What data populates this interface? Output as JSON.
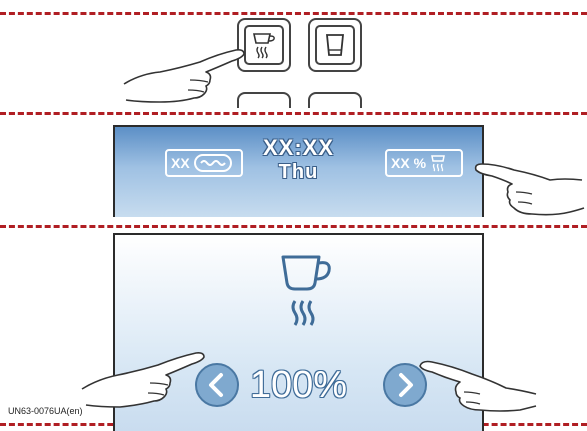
{
  "separators": 4,
  "panel_top": {
    "keys": [
      {
        "name": "hot-water-key",
        "icon": "cup-steam-icon"
      },
      {
        "name": "glass-key",
        "icon": "glass-icon"
      }
    ]
  },
  "panel_mid": {
    "time": "XX:XX",
    "day": "Thu",
    "left_badge": {
      "text": "XX",
      "icon": "water-wave-icon"
    },
    "right_badge": {
      "text": "XX %",
      "icon": "hot-water-level-icon"
    }
  },
  "panel_bottom": {
    "icon": "cup-steam-icon",
    "value": "100%",
    "prev_icon": "chevron-left-icon",
    "next_icon": "chevron-right-icon"
  },
  "figure_code": "UN63-0076UA(en)",
  "colors": {
    "separator": "#b01e23",
    "screen_blue": "#5c8fc6",
    "button_blue": "#7fa9cf",
    "icon_blue": "#3f6c98"
  }
}
